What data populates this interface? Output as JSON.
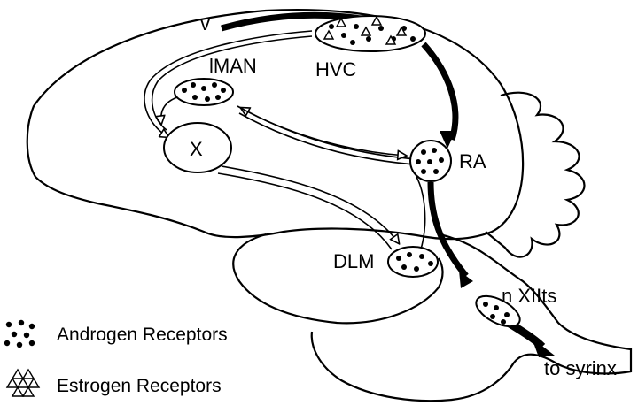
{
  "nuclei": {
    "v": "v",
    "hvc": "HVC",
    "lman": "lMAN",
    "x": "X",
    "ra": "RA",
    "dlm": "DLM",
    "nxiits": "n XIIts",
    "to_syrinx": "to syrinx"
  },
  "legend": {
    "androgen": "Androgen Receptors",
    "estrogen": "Estrogen Receptors"
  },
  "colors": {
    "ink": "#000000",
    "paper": "#ffffff"
  },
  "icons": {
    "androgen_marker": "dot-cluster-icon",
    "estrogen_marker": "triangle-cluster-icon"
  }
}
